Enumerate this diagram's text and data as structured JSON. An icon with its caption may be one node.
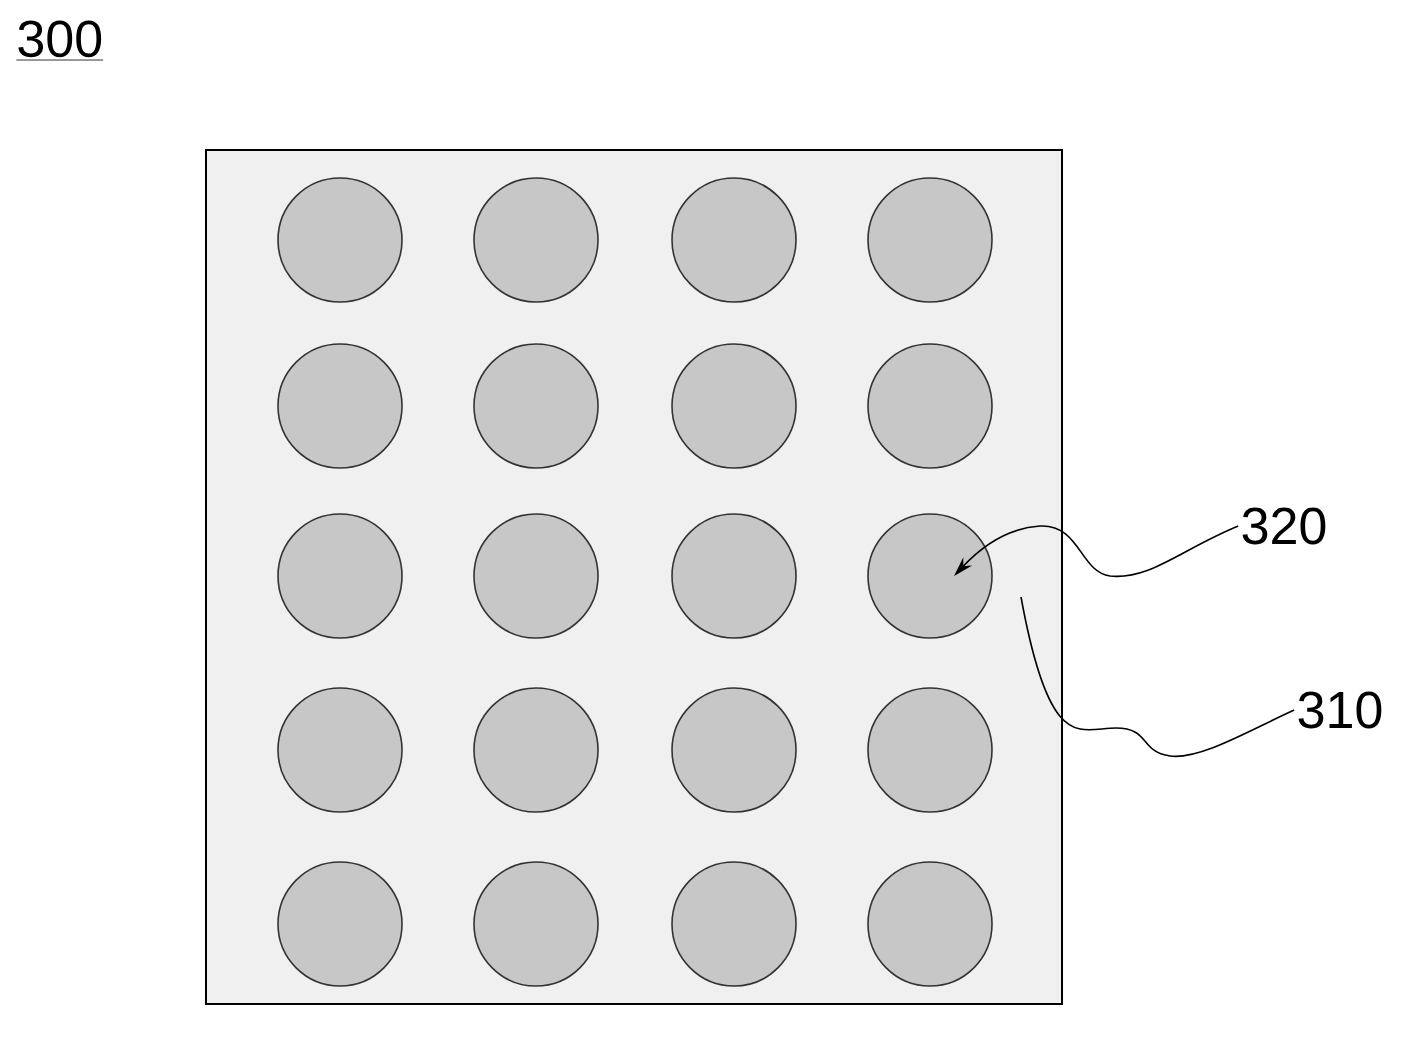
{
  "diagram": {
    "nodes": [
      {
        "text": [],
        "shape": "box"
      },
      {
        "text": [],
        "shape": "circle",
        "in": 0
      },
      {
        "text": [],
        "shape": "circle",
        "in": 0
      },
      {
        "text": [],
        "shape": "circle",
        "in": 0
      },
      {
        "text": [],
        "shape": "circle",
        "in": 0
      },
      {
        "text": [],
        "shape": "circle",
        "in": 0
      },
      {
        "text": [],
        "shape": "circle",
        "in": 0
      },
      {
        "text": [],
        "shape": "circle",
        "in": 0
      },
      {
        "text": [],
        "shape": "circle",
        "in": 0
      },
      {
        "text": [],
        "shape": "circle",
        "in": 0
      },
      {
        "text": [],
        "shape": "circle",
        "in": 0
      },
      {
        "text": [],
        "shape": "circle",
        "in": 0
      },
      {
        "text": [],
        "shape": "circle",
        "in": 0
      },
      {
        "text": [],
        "shape": "circle",
        "in": 0
      },
      {
        "text": [],
        "shape": "circle",
        "in": 0
      },
      {
        "text": [],
        "shape": "circle",
        "in": 0
      },
      {
        "text": [],
        "shape": "circle",
        "in": 0
      },
      {
        "text": [],
        "shape": "circle",
        "in": 0
      },
      {
        "text": [],
        "shape": "circle",
        "in": 0
      },
      {
        "text": [],
        "shape": "circle",
        "in": 0
      },
      {
        "text": [],
        "shape": "circle",
        "in": 0
      },
      {
        "text": [
          "320"
        ]
      },
      {
        "text": [
          "310"
        ]
      }
    ],
    "edges": [
      {
        "from": 21,
        "to": 12,
        "arrow": "to"
      },
      {
        "from": 22,
        "to": 0,
        "arrow": "none"
      }
    ],
    "labels": [
      "300"
    ]
  }
}
